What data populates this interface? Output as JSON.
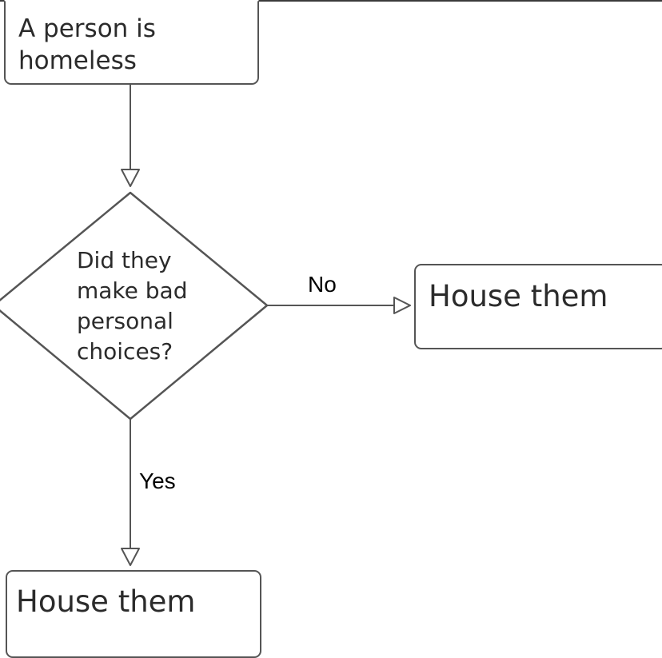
{
  "diagram": {
    "start_node": {
      "text": "A person is homeless"
    },
    "decision_node": {
      "text": "Did they make bad personal choices?"
    },
    "no_node": {
      "text": "House them"
    },
    "yes_node": {
      "text": "House them"
    },
    "edges": {
      "no_label": "No",
      "yes_label": "Yes"
    }
  },
  "colors": {
    "stroke": "#555555",
    "text": "#2b2b2b",
    "background": "#ffffff"
  }
}
